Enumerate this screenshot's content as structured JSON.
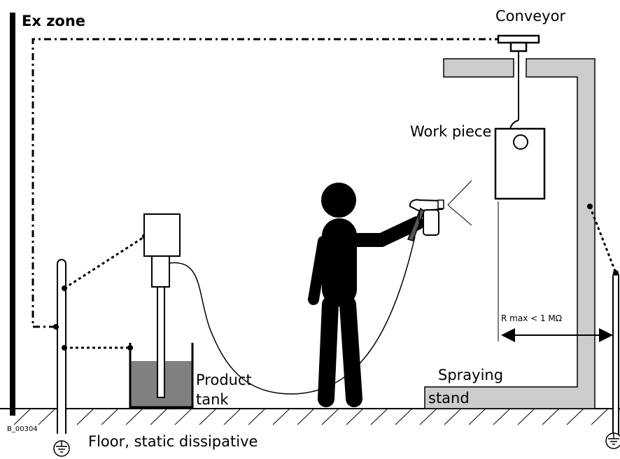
{
  "labels": {
    "ex_zone": "Ex zone",
    "conveyor": "Conveyor",
    "work_piece": "Work piece",
    "product_tank_line1": "Product",
    "product_tank_line2": "tank",
    "spraying_stand_line1": "Spraying",
    "spraying_stand_line2": "stand",
    "floor": "Floor, static dissipative",
    "resistance": "R max < 1 MΩ",
    "figure_id": "B_00304"
  },
  "colors": {
    "stand_fill": "#cccccc",
    "product_fill": "#808080",
    "line": "#000000"
  },
  "icons": [
    "ground-symbol-icon"
  ]
}
